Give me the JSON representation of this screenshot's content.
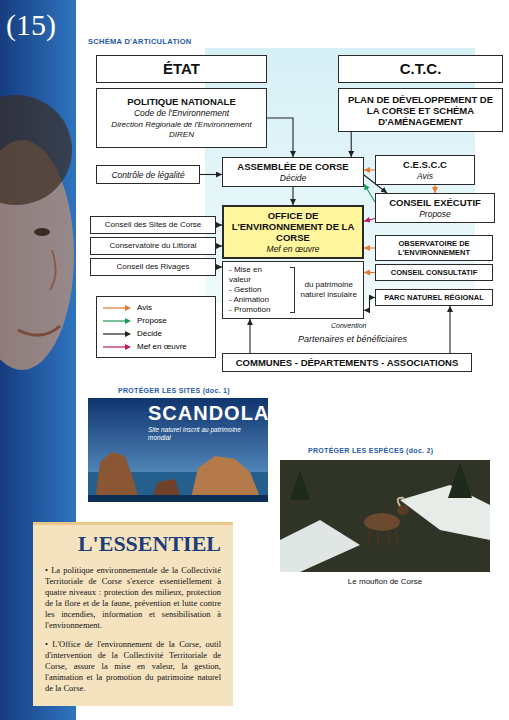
{
  "diagram": {
    "title": "SCHÉMA D'ARTICULATION",
    "nodes": [
      {
        "text": [
          "ÉTAT"
        ]
      },
      {
        "text": [
          "C.T.C."
        ]
      },
      {
        "text": [
          "POLITIQUE NATIONALE",
          "Code de l'Environnement",
          "Direction Régionale de l'Environnement DIREN"
        ]
      },
      {
        "text": [
          "PLAN DE DÉVELOPPEMENT DE LA CORSE ET SCHÉMA D'AMÉNAGEMENT"
        ]
      },
      {
        "text": [
          "Contrôle de légalité"
        ]
      },
      {
        "text": [
          "ASSEMBLÉE DE CORSE",
          "Décide"
        ]
      },
      {
        "text": [
          "C.E.S.C.C",
          "Avis"
        ]
      },
      {
        "text": [
          "CONSEIL EXÉCUTIF",
          "Propose"
        ]
      },
      {
        "text": [
          "Conseil des Sites de Corse"
        ]
      },
      {
        "text": [
          "OFFICE DE L'ENVIRONNEMENT DE LA CORSE",
          "Mef en œuvre"
        ]
      },
      {
        "text": [
          "- Mise en valeur",
          "- Gestion",
          "- Animation",
          "- Promotion",
          "du patrimoine naturel insulaire"
        ]
      },
      {
        "text": [
          "Conservatoire du Littoral"
        ]
      },
      {
        "text": [
          "Conseil des Rivages"
        ]
      },
      {
        "text": [
          "OBSERVATOIRE DE L'ENVIRONNEMENT"
        ]
      },
      {
        "text": [
          "CONSEIL CONSULTATIF"
        ]
      },
      {
        "text": [
          "PARC NATUREL RÉGIONAL"
        ]
      },
      {
        "text": [
          "COMMUNES - DÉPARTEMENTS - ASSOCIATIONS"
        ]
      },
      {
        "text": [
          "L'ESSENTIEL",
          "• La politique environnementale de la Collectivité Territoriale de Corse s'exerce essentiellement à quatre niveaux : protection des milieux, protection de la flore et de la faune, prévention et lutte contre les incendies, information et sensibilisation à l'environnement.",
          "• L'Office de l'environnement de la Corse, outil d'intervention de la Collectivité Territoriale de Corse, assure la mise en valeur, la gestion, l'animation et la promotion du patrimoine naturel de la Corse."
        ]
      }
    ],
    "edges": [
      {
        "from": 2,
        "to": 5,
        "arrow": "to"
      },
      {
        "from": 3,
        "to": 5,
        "arrow": "to"
      },
      {
        "from": 4,
        "to": 5,
        "arrow": "to"
      },
      {
        "from": 6,
        "to": 5,
        "arrow": "to"
      },
      {
        "from": 7,
        "to": 5,
        "arrow": "to"
      },
      {
        "from": 5,
        "to": 7,
        "arrow": "to"
      },
      {
        "from": 6,
        "to": 7,
        "arrow": "to"
      },
      {
        "from": 7,
        "to": 9,
        "arrow": "to"
      },
      {
        "from": 5,
        "to": 9,
        "arrow": "to"
      },
      {
        "from": 8,
        "to": 9,
        "arrow": "to"
      },
      {
        "from": 11,
        "to": 9,
        "arrow": "to"
      },
      {
        "from": 12,
        "to": 10,
        "arrow": "to"
      },
      {
        "from": 13,
        "to": 9,
        "arrow": "to"
      },
      {
        "from": 14,
        "to": 10,
        "arrow": "to"
      },
      {
        "from": 10,
        "to": 15,
        "label": "Convention",
        "arrow": "both"
      },
      {
        "from": 16,
        "to": 10,
        "arrow": "to"
      },
      {
        "from": 16,
        "to": 15,
        "arrow": "to"
      }
    ],
    "labels": [
      "(15)",
      "Partenaires et bénéficiaires",
      "PROTÉGER LES SITES (doc. 1)",
      "SCANDOLA",
      "Site naturel inscrit au patrimoine mondial",
      "PROTÉGER LES ESPÈCES (doc. 2)",
      "Le mouflon de Corse"
    ],
    "legend": [
      {
        "text": "Avis",
        "color": "#e8782e"
      },
      {
        "text": "Propose",
        "color": "#1a9a55"
      },
      {
        "text": "Décide",
        "color": "#222222"
      },
      {
        "text": "Mef en œuvre",
        "color": "#c2185b"
      }
    ]
  }
}
